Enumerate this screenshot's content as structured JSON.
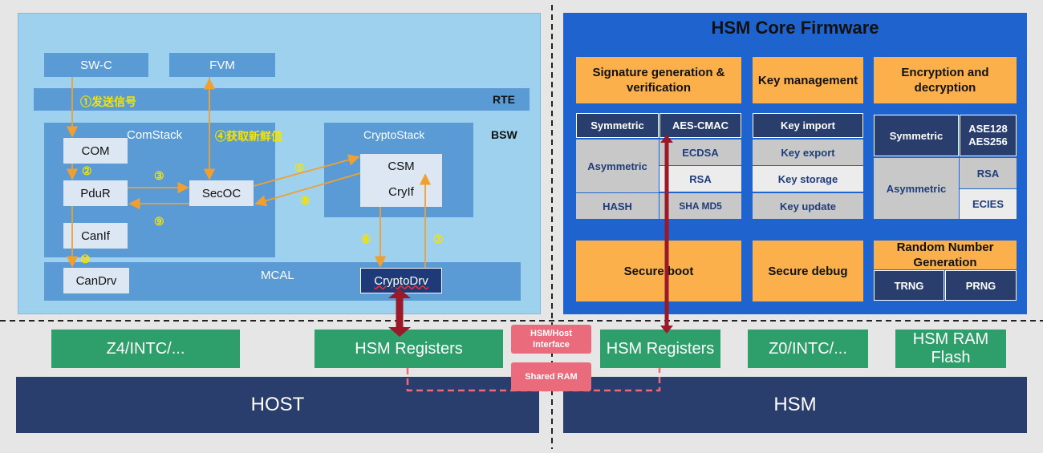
{
  "host_side": {
    "swc": "SW-C",
    "fvm": "FVM",
    "rte": "RTE",
    "bsw": "BSW",
    "comstack": "ComStack",
    "cryptostack": "CryptoStack",
    "mcal": "MCAL",
    "com": "COM",
    "pdur": "PduR",
    "canif": "CanIf",
    "candrv": "CanDrv",
    "secoc": "SecOC",
    "csm": "CSM",
    "cryif": "CryIf",
    "cryptodrv": "CryptoDrv",
    "step1": "①发送信号",
    "step2": "②",
    "step3": "③",
    "step4": "④获取新鲜值",
    "step5": "⑤",
    "step6": "⑥",
    "step7": "⑦",
    "step8": "⑧",
    "step9": "⑨",
    "step10": "⑩"
  },
  "firmware": {
    "title": "HSM Core Firmware",
    "sig_header": "Signature generation & verification",
    "key_header": "Key management",
    "enc_header": "Encryption and decryption",
    "sig_symmetric": "Symmetric",
    "sig_aes_cmac": "AES-CMAC",
    "sig_asymmetric": "Asymmetric",
    "sig_ecdsa": "ECDSA",
    "sig_rsa": "RSA",
    "sig_hash": "HASH",
    "sig_sha": "SHA MD5",
    "key_import": "Key import",
    "key_export": "Key export",
    "key_storage": "Key storage",
    "key_update": "Key update",
    "enc_symmetric": "Symmetric",
    "enc_aes": "ASE128 AES256",
    "enc_asymmetric": "Asymmetric",
    "enc_rsa": "RSA",
    "enc_ecies": "ECIES",
    "secure_boot": "Secure boot",
    "secure_debug": "Secure debug",
    "rng_header": "Random Number Generation",
    "trng": "TRNG",
    "prng": "PRNG"
  },
  "hardware": {
    "z4": "Z4/INTC/...",
    "host_registers": "HSM Registers",
    "interface": "HSM/Host Interface",
    "shared_ram": "Shared RAM",
    "hsm_registers": "HSM Registers",
    "z0": "Z0/INTC/...",
    "hsm_ram": "HSM RAM Flash",
    "host": "HOST",
    "hsm": "HSM"
  },
  "colors": {
    "host_panel": "#9dd1ee",
    "firmware_panel": "#1f63cf",
    "orange": "#fbb04c",
    "green": "#2e9e6a",
    "navy": "#2a3e6e",
    "arrow": "#f0a030",
    "crimson": "#9b1a2a",
    "pink": "#ea6b7c"
  }
}
